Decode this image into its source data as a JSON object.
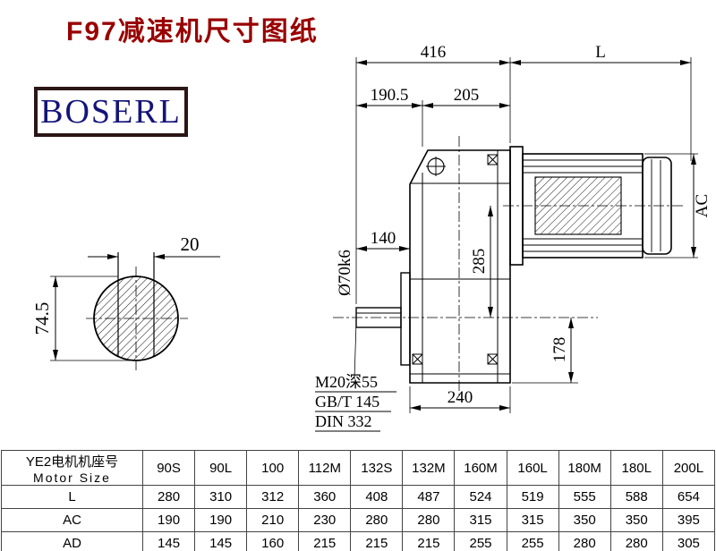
{
  "title": "F97减速机尺寸图纸",
  "logo": {
    "text": "BOSERL"
  },
  "colors": {
    "title": "#990000",
    "logo_text": "#14147a",
    "logo_border": "#2b1616"
  },
  "drawing": {
    "d416": "416",
    "dL": "L",
    "d190": "190.5",
    "d205": "205",
    "d140": "140",
    "d240": "240",
    "d285": "285",
    "d178": "178",
    "dAC": "AC",
    "dShaft": "Ø70k6",
    "d20": "20",
    "d745": "74.5",
    "note1": "M20深55",
    "note2": "GB/T 145",
    "note3": "DIN 332"
  },
  "table": {
    "header_cn": "YE2电机机座号",
    "header_en": "Motor Size",
    "columns": [
      "90S",
      "90L",
      "100",
      "112M",
      "132S",
      "132M",
      "160M",
      "160L",
      "180M",
      "180L",
      "200L"
    ],
    "rows": [
      {
        "label": "L",
        "values": [
          "280",
          "310",
          "312",
          "360",
          "408",
          "487",
          "524",
          "519",
          "555",
          "588",
          "654"
        ]
      },
      {
        "label": "AC",
        "values": [
          "190",
          "190",
          "210",
          "230",
          "280",
          "280",
          "315",
          "315",
          "350",
          "350",
          "395"
        ]
      },
      {
        "label": "AD",
        "values": [
          "145",
          "145",
          "160",
          "215",
          "215",
          "215",
          "255",
          "255",
          "280",
          "280",
          "305"
        ]
      }
    ]
  }
}
